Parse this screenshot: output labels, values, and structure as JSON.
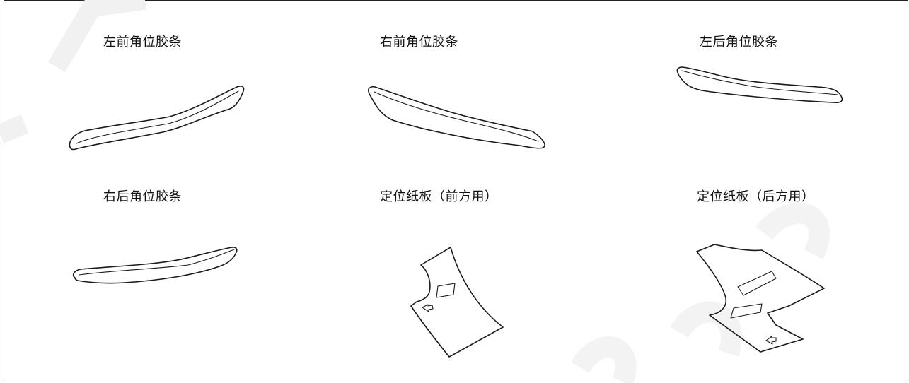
{
  "labels": {
    "front_left": "左前角位胶条",
    "front_right": "右前角位胶条",
    "rear_left": "左后角位胶条",
    "rear_right": "右后角位胶条",
    "template_front": "定位纸板（前方用）",
    "template_rear": "定位纸板（后方用）"
  },
  "colors": {
    "line": "#1a1a1a",
    "watermark": "#f2f2f2"
  }
}
